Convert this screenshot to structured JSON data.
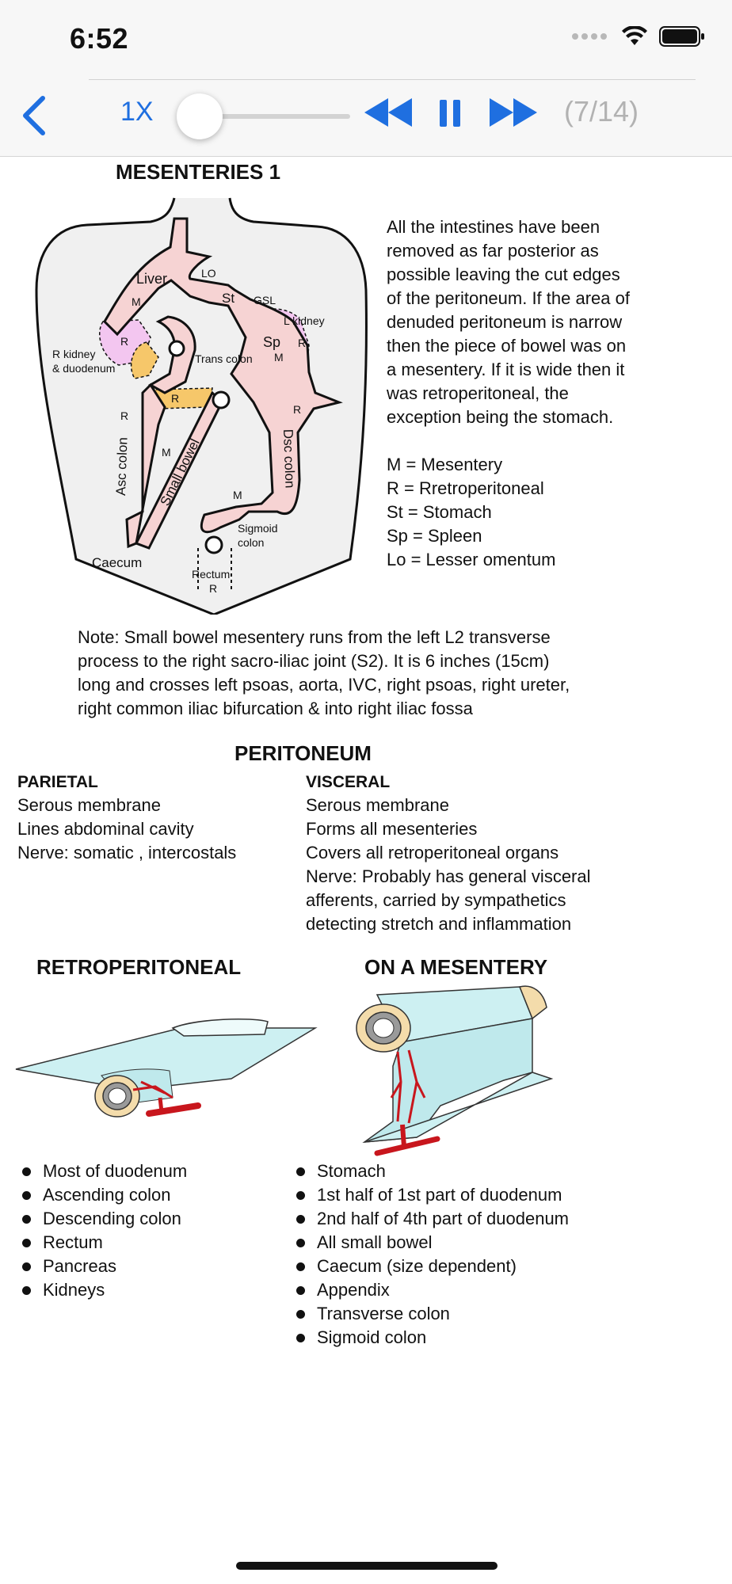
{
  "status_bar": {
    "time": "6:52"
  },
  "player": {
    "speed_label": "1X",
    "progress_fraction": 0.12,
    "page_counter": "(7/14)",
    "accent_color": "#1f6fe0",
    "icons": [
      "back-chevron-icon",
      "rewind-icon",
      "pause-icon",
      "fast-forward-icon"
    ]
  },
  "mesenteries": {
    "title": "MESENTERIES 1",
    "description": [
      "All the intestines have been",
      "removed as far posterior as",
      "possible leaving the cut edges",
      "of the peritoneum. If the area of",
      "denuded peritoneum is narrow",
      "then the piece of bowel was on",
      "a mesentery. If it is wide then it",
      "was retroperitoneal, the",
      "exception being the stomach."
    ],
    "legend": [
      "M = Mesentery",
      "R = Rretroperitoneal",
      "St = Stomach",
      "Sp = Spleen",
      "Lo = Lesser omentum"
    ],
    "diagram_labels": {
      "liver": "Liver",
      "lo": "LO",
      "st": "St",
      "gsl": "GSL",
      "l_kidney": "L kidney",
      "sp": "Sp",
      "r_kidney_1": "R kidney",
      "r_kidney_2": "& duodenum",
      "trans_colon": "Trans colon",
      "asc_colon": "Asc colon",
      "small_bowel": "Small bowel",
      "dsc_colon": "Dsc colon",
      "sigmoid_1": "Sigmoid",
      "sigmoid_2": "colon",
      "caecum": "Caecum",
      "rectum": "Rectum",
      "m": "M",
      "r": "R"
    },
    "note": [
      "Note: Small bowel mesentery runs from the left L2 transverse",
      "process to the right sacro-iliac joint (S2). It is 6 inches (15cm)",
      "long and crosses left psoas, aorta, IVC, right psoas, right ureter,",
      "right common iliac bifurcation & into right iliac fossa"
    ]
  },
  "peritoneum": {
    "title": "PERITONEUM",
    "parietal": {
      "heading": "PARIETAL",
      "lines": [
        "Serous membrane",
        "Lines abdominal cavity",
        "Nerve: somatic , intercostals"
      ]
    },
    "visceral": {
      "heading": "VISCERAL",
      "lines": [
        "Serous membrane",
        "Forms all mesenteries",
        "Covers all retroperitoneal organs",
        "Nerve: Probably has general visceral",
        "afferents, carried by sympathetics",
        "detecting stretch and inflammation"
      ]
    }
  },
  "retroperitoneal": {
    "title": "RETROPERITONEAL",
    "items": [
      "Most of duodenum",
      "Ascending colon",
      "Descending colon",
      "Rectum",
      "Pancreas",
      "Kidneys"
    ]
  },
  "on_mesentery": {
    "title": "ON A MESENTERY",
    "items": [
      "Stomach",
      "1st half of 1st part of duodenum",
      "2nd half of 4th part of duodenum",
      "All small bowel",
      "Caecum (size dependent)",
      "Appendix",
      "Transverse colon",
      "Sigmoid colon"
    ]
  }
}
